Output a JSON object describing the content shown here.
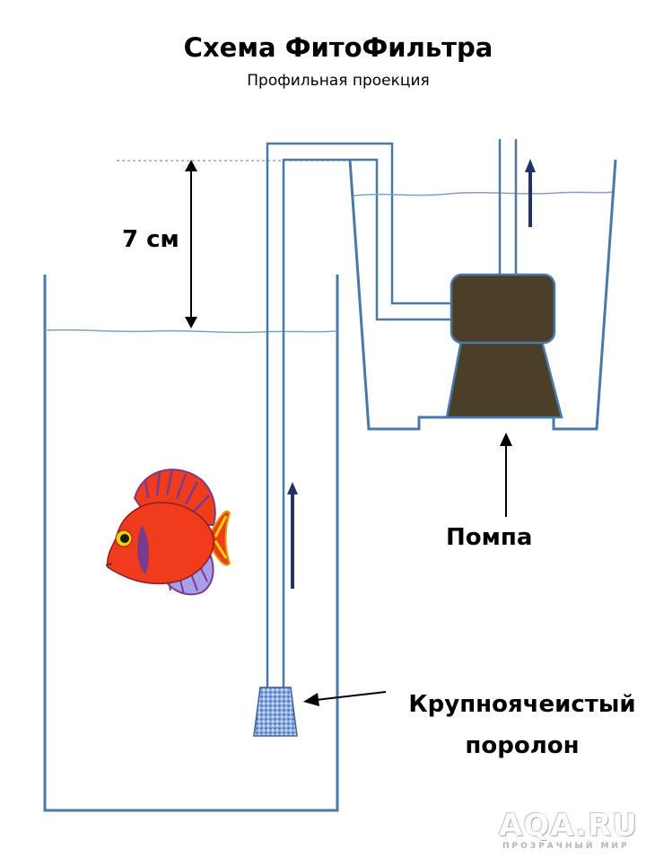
{
  "title": "Схема ФитоФильтра",
  "subtitle": "Профильная проекция",
  "labels": {
    "height": "7 см",
    "pump": "Помпа",
    "foam_line1": "Крупноячеистый",
    "foam_line2": "поролон"
  },
  "watermark": {
    "main": "AQA.RU",
    "sub": "ПРОЗРАЧНЫЙ МИР"
  },
  "colors": {
    "tank_outline": "#4a79a8",
    "water_line": "#6f98bd",
    "arrow_flow": "#1f3464",
    "pump_body": "#4b3f27",
    "foam": "#5b7fbd",
    "fish_body": "#f03c1c",
    "fish_stripes": "#7a3c8a"
  }
}
